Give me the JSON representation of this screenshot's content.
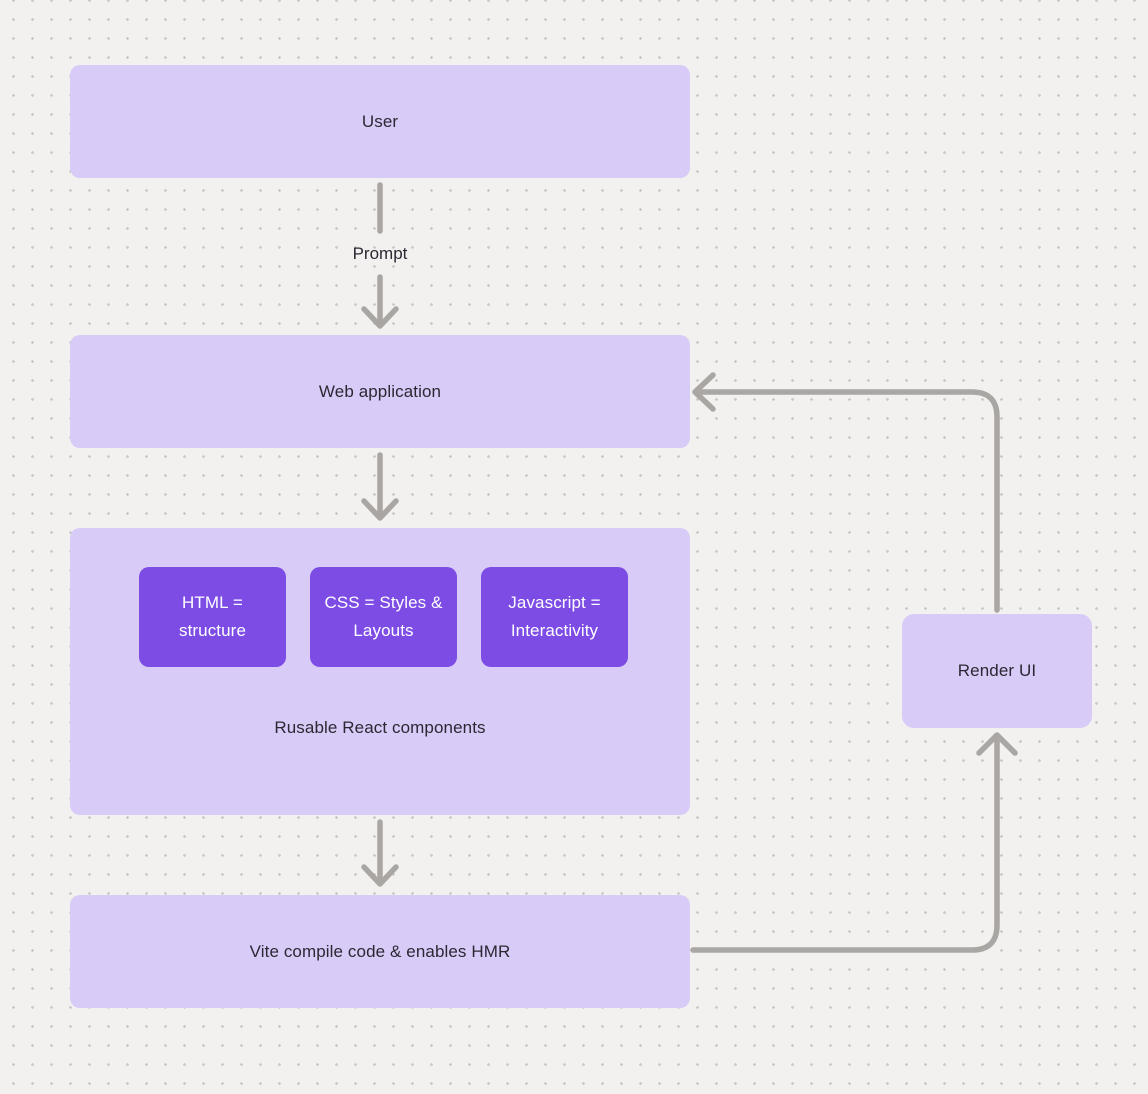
{
  "nodes": {
    "user": "User",
    "web_application": "Web application",
    "component_html": "HTML = structure",
    "component_css": "CSS = Styles & Layouts",
    "component_js": "Javascript = Interactivity",
    "components_caption": "Rusable React components",
    "vite": "Vite compile code & enables HMR",
    "render_ui": "Render UI"
  },
  "edges": {
    "prompt_label": "Prompt"
  },
  "colors": {
    "background": "#f2f1ef",
    "grid_dot": "#c6c4c2",
    "node_fill": "#d8cbf7",
    "node_text": "#2b2833",
    "component_fill": "#7c4ce5",
    "component_text": "#ffffff",
    "connector": "#a9a6a3"
  }
}
